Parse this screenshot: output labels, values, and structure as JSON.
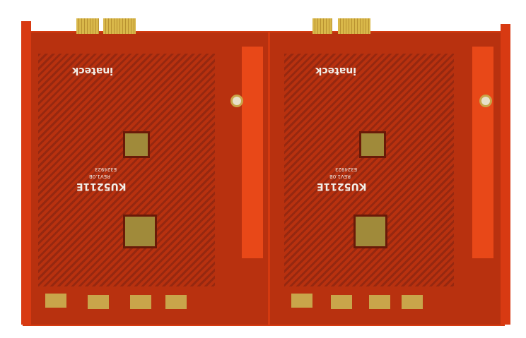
{
  "scene": {
    "description": "Two red printed circuit boards (PCIe expansion cards) side by side on a white background",
    "background_color": "#ffffff",
    "pcb_color": "#b8310f",
    "gold_finger_color": "#d9b84a"
  },
  "boards": [
    {
      "brand": "inateck",
      "model": "KU5211E",
      "revision": "REV1.0B",
      "cert": "E324923"
    },
    {
      "brand": "inateck",
      "model": "KU5211E",
      "revision": "REV1.0B",
      "cert": "E324923"
    }
  ]
}
